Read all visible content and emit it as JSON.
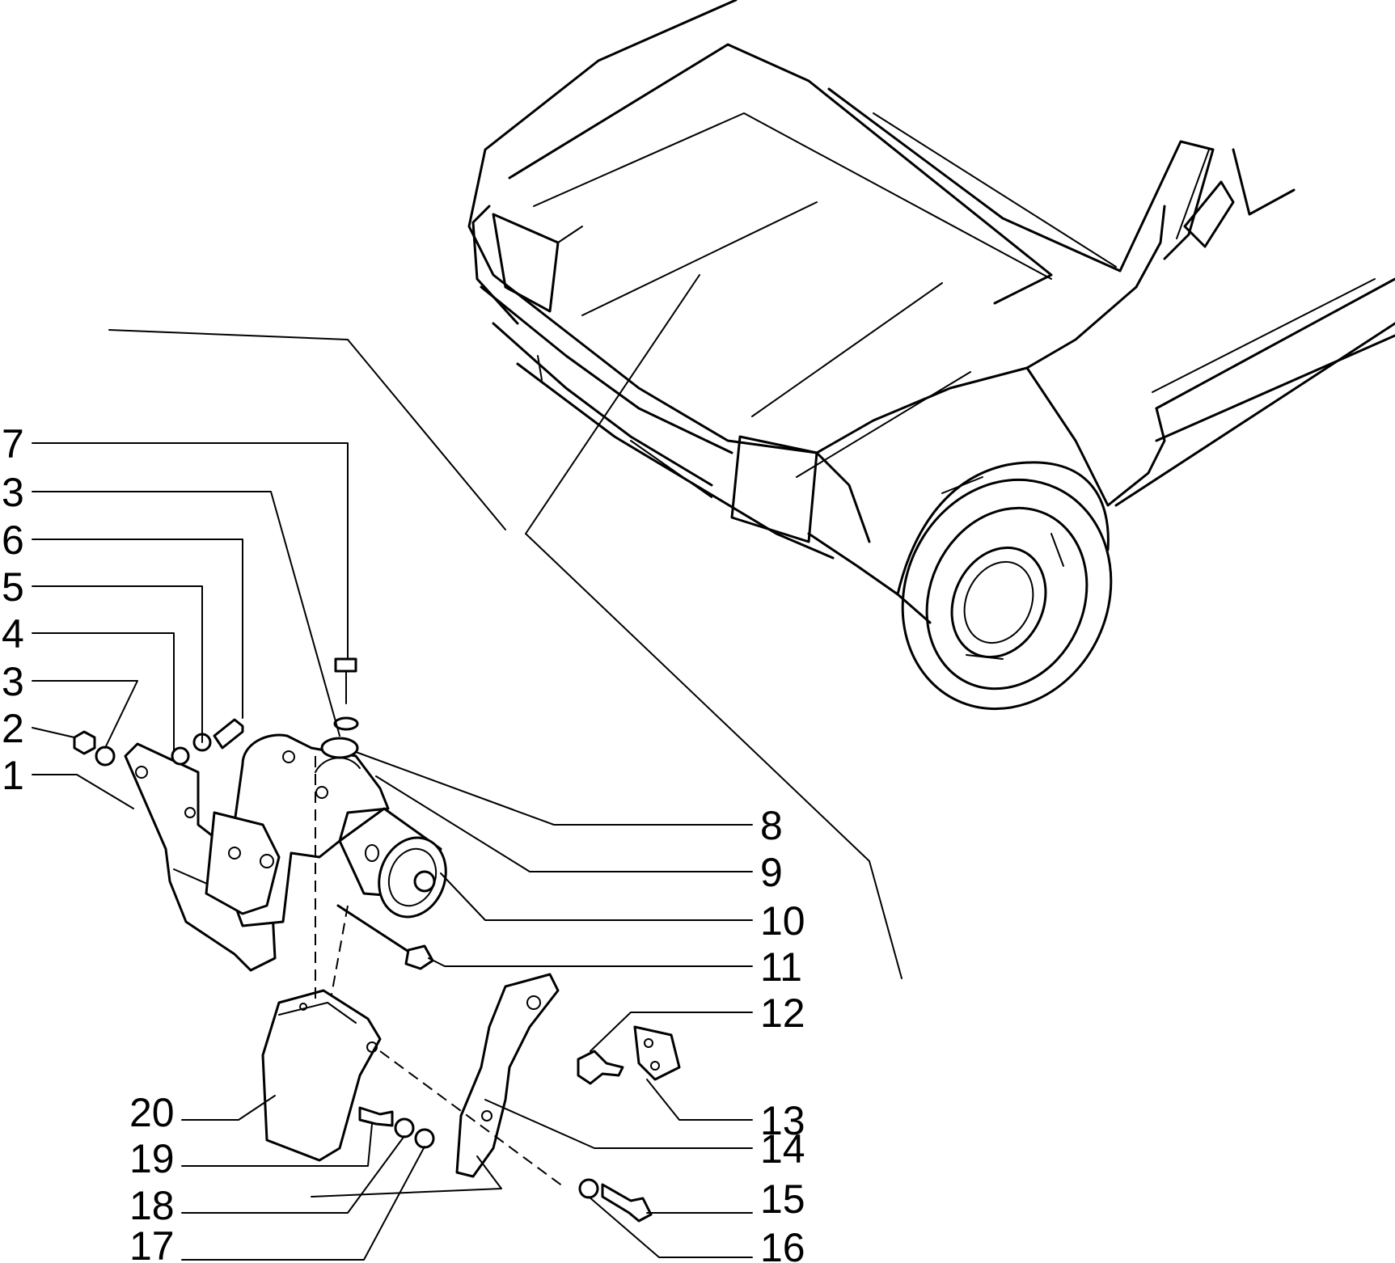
{
  "callouts": [
    {
      "id": "c7-top",
      "label": "7"
    },
    {
      "id": "c3-a",
      "label": "3"
    },
    {
      "id": "c6",
      "label": "6"
    },
    {
      "id": "c5",
      "label": "5"
    },
    {
      "id": "c4",
      "label": "4"
    },
    {
      "id": "c3-b",
      "label": "3"
    },
    {
      "id": "c2",
      "label": "2"
    },
    {
      "id": "c1",
      "label": "1"
    },
    {
      "id": "c8",
      "label": "8"
    },
    {
      "id": "c9",
      "label": "9"
    },
    {
      "id": "c10",
      "label": "10"
    },
    {
      "id": "c11",
      "label": "11"
    },
    {
      "id": "c12",
      "label": "12"
    },
    {
      "id": "c13",
      "label": "13"
    },
    {
      "id": "c14",
      "label": "14"
    },
    {
      "id": "c15",
      "label": "15"
    },
    {
      "id": "c16",
      "label": "16"
    },
    {
      "id": "c20",
      "label": "20"
    },
    {
      "id": "c19",
      "label": "19"
    },
    {
      "id": "c18",
      "label": "18"
    },
    {
      "id": "c17",
      "label": "17"
    }
  ]
}
